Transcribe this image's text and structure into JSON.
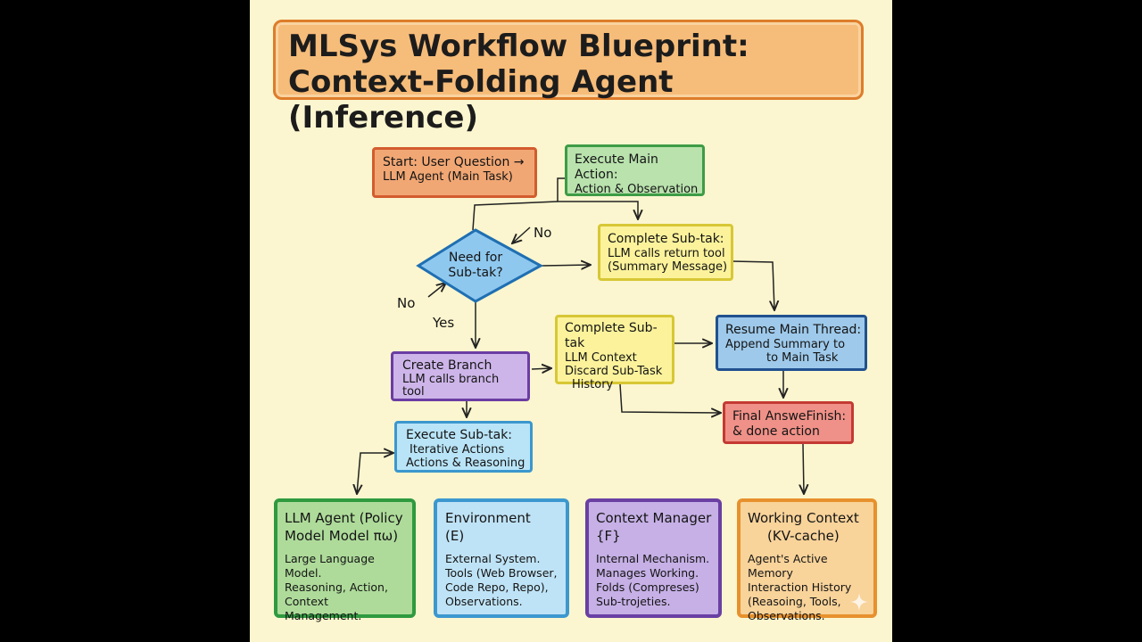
{
  "title": {
    "line1": "MLSys Workflow Blueprint:",
    "line2": "Context-Folding Agent (Inference)"
  },
  "flow": {
    "start": {
      "line1": "Start: User Question →",
      "line2": "LLM Agent (Main Task)"
    },
    "execute_main": {
      "line1": "Execute Main Action:",
      "line2": "Action & Observation"
    },
    "decision": {
      "line1": "Need for",
      "line2": "Sub-tak?"
    },
    "complete_subtask_1": {
      "line1": "Complete Sub-tak:",
      "line2": "LLM calls return tool",
      "line3": "(Summary Message)"
    },
    "complete_subtask_2": {
      "line1": "Complete Sub-tak",
      "line2": "LLM Context",
      "line3": "Discard Sub-Task",
      "line4": "History"
    },
    "resume": {
      "line1": "Resume Main Thread:",
      "line2": "Append Summary to",
      "line3": "to Main Task"
    },
    "create_branch": {
      "line1": "Create Branch",
      "line2": "LLM calls branch",
      "line3": "tool"
    },
    "final_answer": {
      "line1": "Final AnsweFinish:",
      "line2": "& done action"
    },
    "execute_subtask": {
      "line1": "Execute Sub-tak:",
      "line2": "Iterative Actions",
      "line3": "Actions & Reasoning"
    }
  },
  "edge_labels": {
    "no_top": "No",
    "no_left": "No",
    "yes": "Yes"
  },
  "components": [
    {
      "line1": "LLM Agent (Policy",
      "line2": "Model Model πω)",
      "desc": [
        "Large Language Model.",
        "Reasoning, Action,",
        "Context",
        "Management."
      ]
    },
    {
      "line1": "Environment",
      "line2": "(E)",
      "desc": [
        "External System.",
        "Tools (Web Browser,",
        "Code Repo, Repo),",
        "Observations."
      ]
    },
    {
      "line1": "Context Manager",
      "line2": "{F}",
      "desc": [
        "Internal Mechanism.",
        "Manages Working.",
        "Folds (Compreses)",
        "Sub-trojeties."
      ]
    },
    {
      "line1": "Working Context",
      "line2": "(KV-cache)",
      "desc": [
        "Agent's Active Memory",
        "Interaction History",
        "(Reasoing, Tools,",
        "Observations."
      ]
    }
  ],
  "colors": {
    "background": "#fbf6cf",
    "title_fill": "#f6bc79",
    "decision_fill": "#8fc8ef",
    "decision_stroke": "#1f6fb2",
    "wire": "#222222"
  },
  "icons": {
    "corner_mark": "sparkle-icon"
  }
}
